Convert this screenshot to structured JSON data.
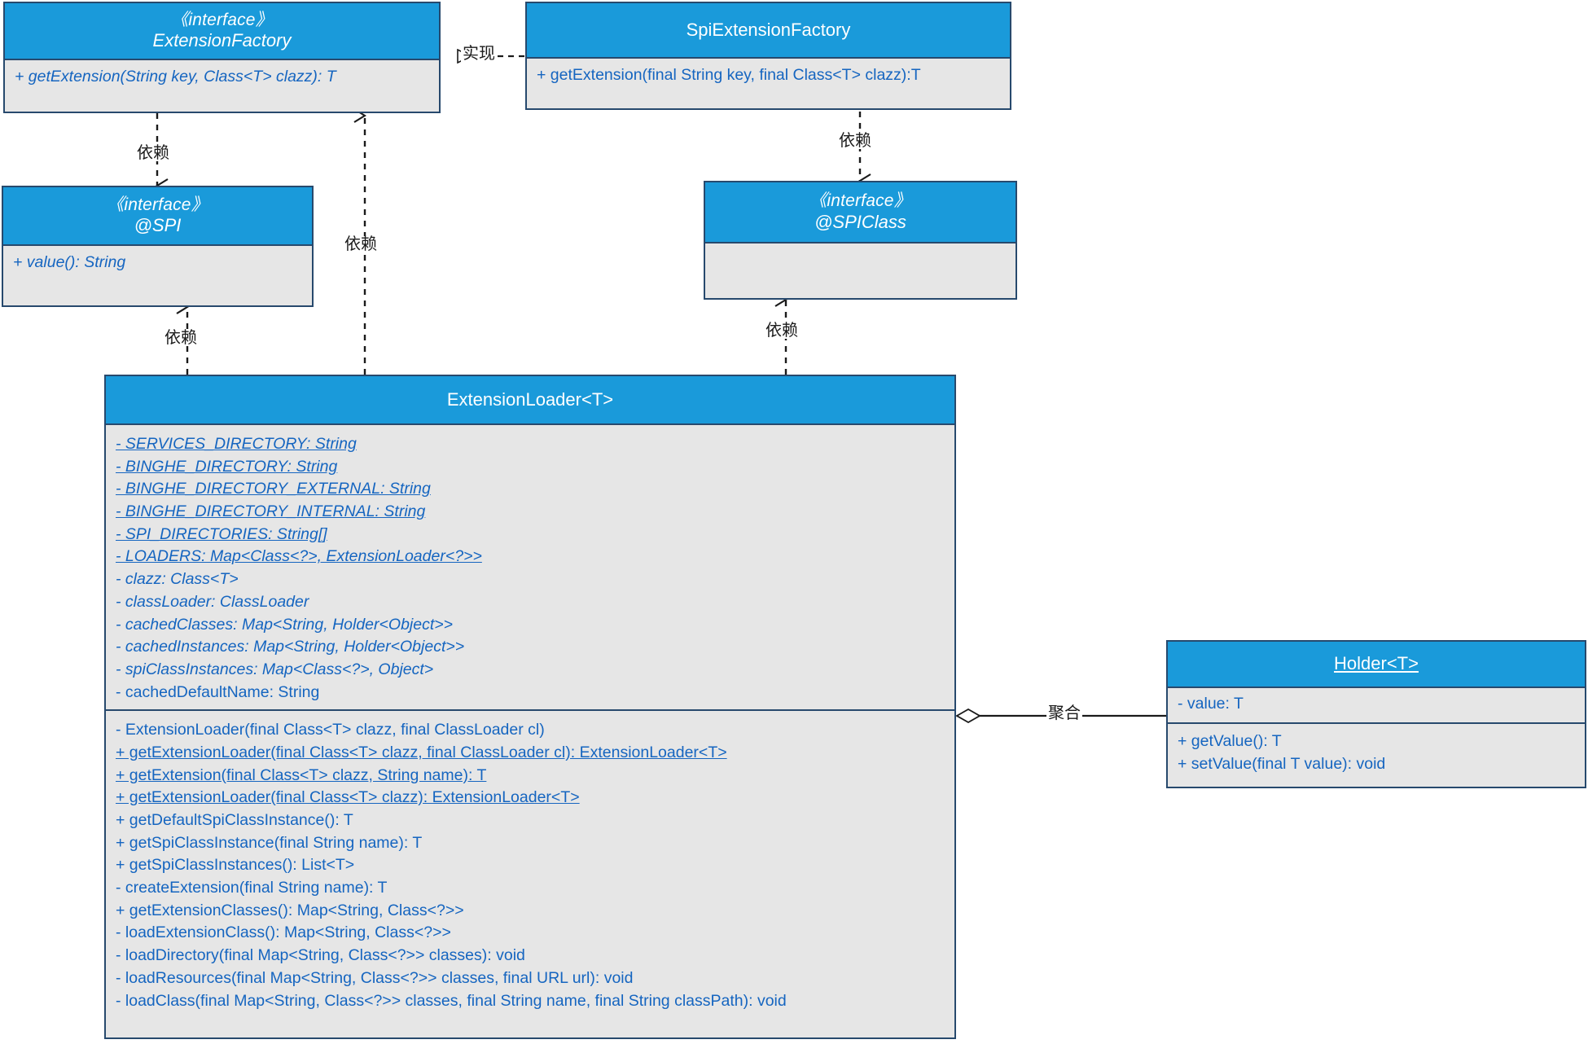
{
  "diagram": {
    "title": "ExtensionLoader UML class diagram",
    "colors": {
      "header_fill": "#1a9ada",
      "body_fill": "#e6e6e6",
      "border": "#27496d",
      "member_text": "#1565c0",
      "label_text": "#1a1a1a",
      "background": "#ffffff"
    }
  },
  "classes": {
    "extension_factory": {
      "stereotype": "《interface》",
      "name": "ExtensionFactory",
      "methods": [
        "+ getExtension(String key, Class<T> clazz): T"
      ]
    },
    "spi_extension_factory": {
      "stereotype": "",
      "name": "SpiExtensionFactory",
      "methods": [
        "+ getExtension(final String key, final Class<T> clazz):T"
      ]
    },
    "spi": {
      "stereotype": "《interface》",
      "name": "@SPI",
      "methods": [
        "+ value(): String"
      ]
    },
    "spiclass": {
      "stereotype": "《interface》",
      "name": "@SPIClass",
      "methods": []
    },
    "extension_loader": {
      "stereotype": "",
      "name": "ExtensionLoader<T>",
      "attributes": [
        "- SERVICES_DIRECTORY: String",
        "- BINGHE_DIRECTORY: String",
        "- BINGHE_DIRECTORY_EXTERNAL: String",
        "- BINGHE_DIRECTORY_INTERNAL: String",
        "- SPI_DIRECTORIES: String[]",
        "- LOADERS: Map<Class<?>, ExtensionLoader<?>>",
        "- clazz: Class<T>",
        "- classLoader: ClassLoader",
        "- cachedClasses: Map<String, Holder<Object>>",
        "- cachedInstances: Map<String, Holder<Object>>",
        "- spiClassInstances: Map<Class<?>, Object>",
        "- cachedDefaultName: String"
      ],
      "attribute_styles": [
        "stat",
        "stat",
        "stat",
        "stat",
        "stat",
        "stat",
        "it",
        "it",
        "it",
        "it",
        "it",
        ""
      ],
      "methods": [
        "- ExtensionLoader(final Class<T> clazz, final ClassLoader cl)",
        "+ getExtensionLoader(final Class<T> clazz, final ClassLoader cl): ExtensionLoader<T>",
        "+ getExtension(final Class<T> clazz, String name): T",
        "+ getExtensionLoader(final Class<T> clazz): ExtensionLoader<T>",
        "+ getDefaultSpiClassInstance(): T",
        "+ getSpiClassInstance(final String name): T",
        "+ getSpiClassInstances(): List<T>",
        "- createExtension(final String name): T",
        "+ getExtensionClasses(): Map<String, Class<?>>",
        "- loadExtensionClass(): Map<String, Class<?>>",
        "- loadDirectory(final Map<String, Class<?>> classes): void",
        "- loadResources(final Map<String, Class<?>> classes, final URL url): void",
        "- loadClass(final Map<String, Class<?>> classes, final String name, final String classPath): void"
      ],
      "method_styles": [
        "",
        "ustat",
        "ustat",
        "ustat",
        "",
        "",
        "",
        "",
        "",
        "",
        "",
        "",
        ""
      ]
    },
    "holder": {
      "stereotype": "",
      "name": "Holder<T>",
      "attributes": [
        "- value:  T"
      ],
      "methods": [
        "+ getValue(): T",
        "+ setValue(final T value): void"
      ]
    }
  },
  "relations": {
    "realization_label": "实现",
    "dependency_label": "依赖",
    "aggregation_label": "聚合",
    "edges": [
      {
        "from": "SpiExtensionFactory",
        "to": "ExtensionFactory",
        "type": "realization",
        "label": "实现"
      },
      {
        "from": "ExtensionFactory",
        "to": "@SPI",
        "type": "dependency",
        "label": "依赖"
      },
      {
        "from": "ExtensionLoader<T>",
        "to": "ExtensionFactory",
        "type": "dependency",
        "label": "依赖"
      },
      {
        "from": "ExtensionLoader<T>",
        "to": "@SPI",
        "type": "dependency",
        "label": "依赖"
      },
      {
        "from": "SpiExtensionFactory",
        "to": "@SPIClass",
        "type": "dependency",
        "label": "依赖"
      },
      {
        "from": "ExtensionLoader<T>",
        "to": "@SPIClass",
        "type": "dependency",
        "label": "依赖"
      },
      {
        "from": "ExtensionLoader<T>",
        "to": "Holder<T>",
        "type": "aggregation",
        "label": "聚合"
      }
    ]
  }
}
